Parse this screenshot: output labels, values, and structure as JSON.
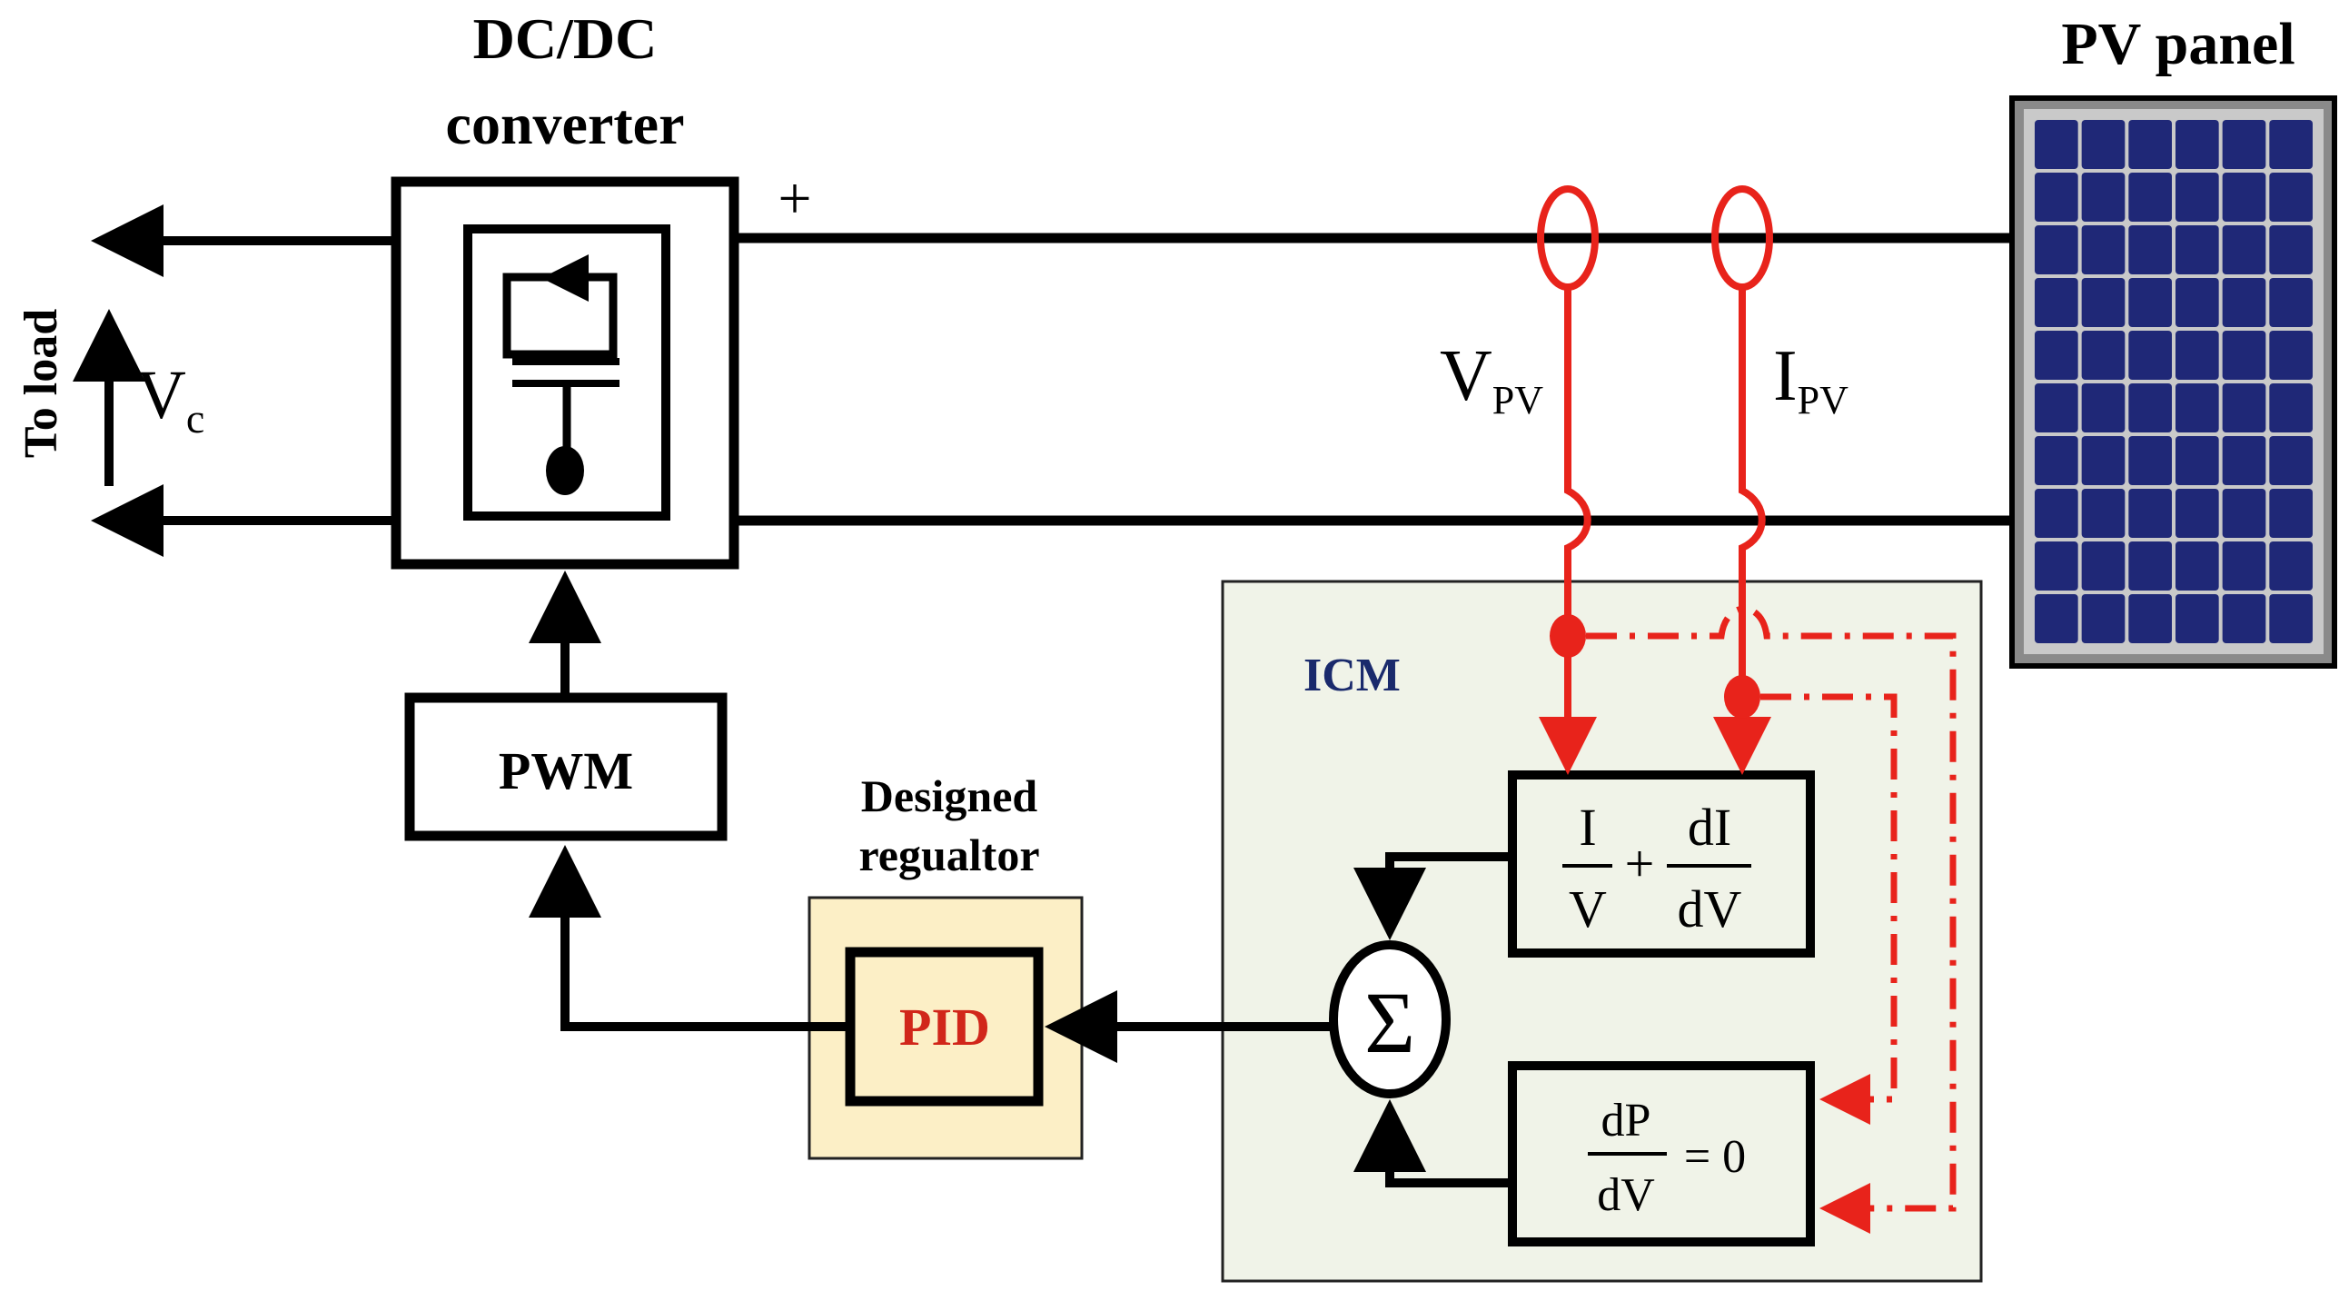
{
  "labels": {
    "converter_line1": "DC/DC",
    "converter_line2": "converter",
    "pv_panel": "PV panel",
    "plus": "+",
    "to_load": "To load",
    "vc_main": "V",
    "vc_sub": "c",
    "vpv_main": "V",
    "vpv_sub": "PV",
    "ipv_main": "I",
    "ipv_sub": "PV",
    "pwm": "PWM",
    "regulator_line1": "Designed",
    "regulator_line2": "regualtor",
    "pid": "PID",
    "icm": "ICM",
    "sigma": "Σ",
    "eq1_num1": "I",
    "eq1_den1": "V",
    "eq1_plus": "+",
    "eq1_num2": "dI",
    "eq1_den2": "dV",
    "eq2_num": "dP",
    "eq2_den": "dV",
    "eq2_rhs": "= 0"
  },
  "colors": {
    "line": "#000000",
    "signal": "#e8231b",
    "icm_fill": "#f0f3e8",
    "regulator_fill": "#fcefc6",
    "pid_text": "#d1261a",
    "icm_text": "#1a2a6c",
    "panel_cell": "#1f2877",
    "panel_frame": "#8a8a8a"
  }
}
